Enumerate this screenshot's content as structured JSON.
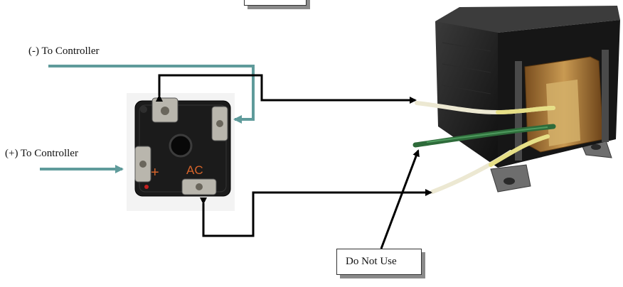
{
  "labels": {
    "negative_to_controller": "(-) To Controller",
    "positive_to_controller": "(+) To Controller",
    "do_not_use": "Do Not Use"
  },
  "colors": {
    "controller_wire_arrow": "#5f9b9b",
    "connection_arrow": "#000000",
    "rectifier_body": "#1b1b1b",
    "transformer_core": "#1e1e1e",
    "transformer_coil": "#b07a3a",
    "wire_white": "#ece8d2",
    "wire_yellow": "#e6df86",
    "wire_green": "#2e6b3a"
  },
  "rectifier": {
    "plus_marking": "+",
    "ac_marking": "AC"
  }
}
